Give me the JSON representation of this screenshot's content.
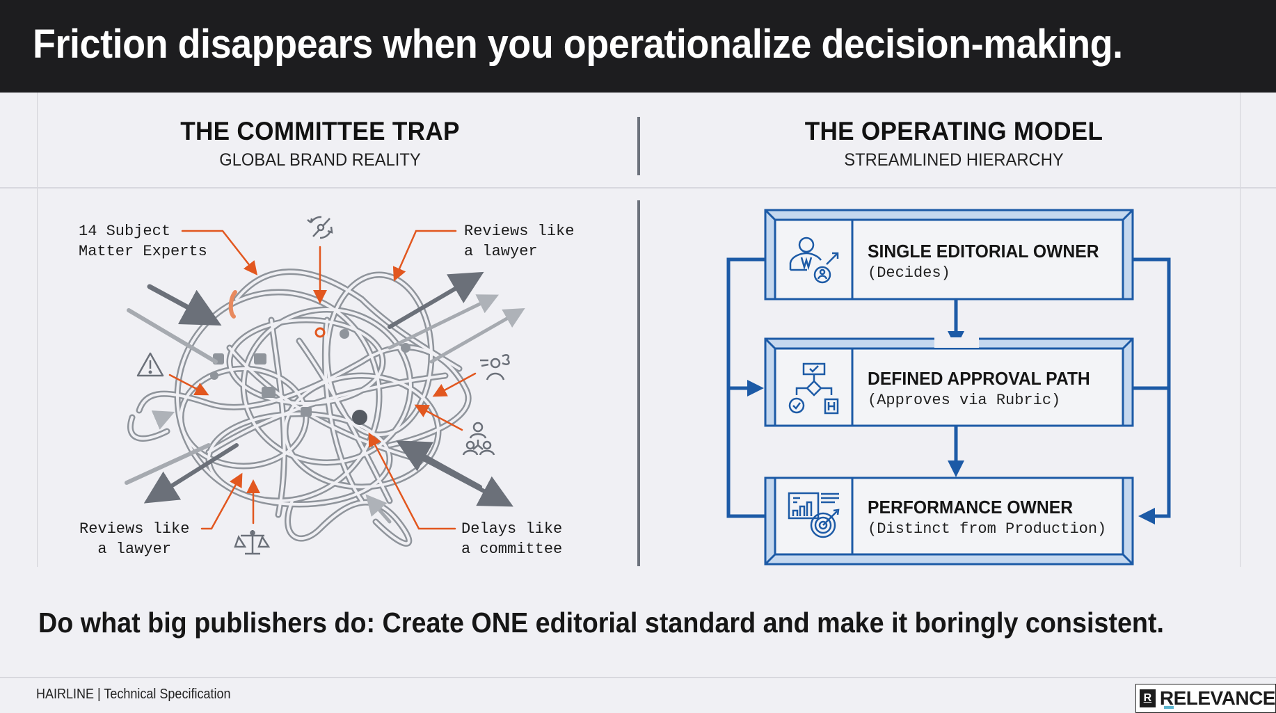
{
  "header": {
    "title": "Friction disappears when you operationalize decision-making."
  },
  "left_panel": {
    "title": "THE COMMITTEE TRAP",
    "subtitle": "GLOBAL BRAND REALITY",
    "annotations": [
      {
        "id": "experts",
        "text": "14 Subject\nMatter Experts"
      },
      {
        "id": "reviews-top",
        "text": "Reviews like\na lawyer"
      },
      {
        "id": "reviews-bottom",
        "text": "Reviews like\n  a lawyer"
      },
      {
        "id": "delays",
        "text": "Delays like\na committee"
      }
    ],
    "icons": [
      "sync-conflict-icon",
      "warning-icon",
      "confused-person-icon",
      "group-icon",
      "scales-icon"
    ],
    "colors": {
      "accent": "#e2571f",
      "tangle": "#8f949b",
      "arrow_dark": "#6b7079"
    }
  },
  "right_panel": {
    "title": "THE OPERATING MODEL",
    "subtitle": "STREAMLINED HIERARCHY",
    "steps": [
      {
        "title": "SINGLE EDITORIAL OWNER",
        "subtitle": "(Decides)",
        "icon": "owner-person-icon"
      },
      {
        "title": "DEFINED APPROVAL PATH",
        "subtitle": "(Approves via Rubric)",
        "icon": "approval-flow-icon"
      },
      {
        "title": "PERFORMANCE OWNER",
        "subtitle": "(Distinct from Production)",
        "icon": "performance-target-icon"
      }
    ],
    "colors": {
      "stroke": "#1c5aa6",
      "bevel": "#c5d8ef",
      "fill": "#f3f4f7"
    }
  },
  "takeaway": "Do what big publishers do: Create ONE editorial standard and make it boringly consistent.",
  "footer": {
    "left_text": "HAIRLINE | Technical Specification",
    "logo_mark": "R",
    "logo_text": "RELEVANCE"
  }
}
